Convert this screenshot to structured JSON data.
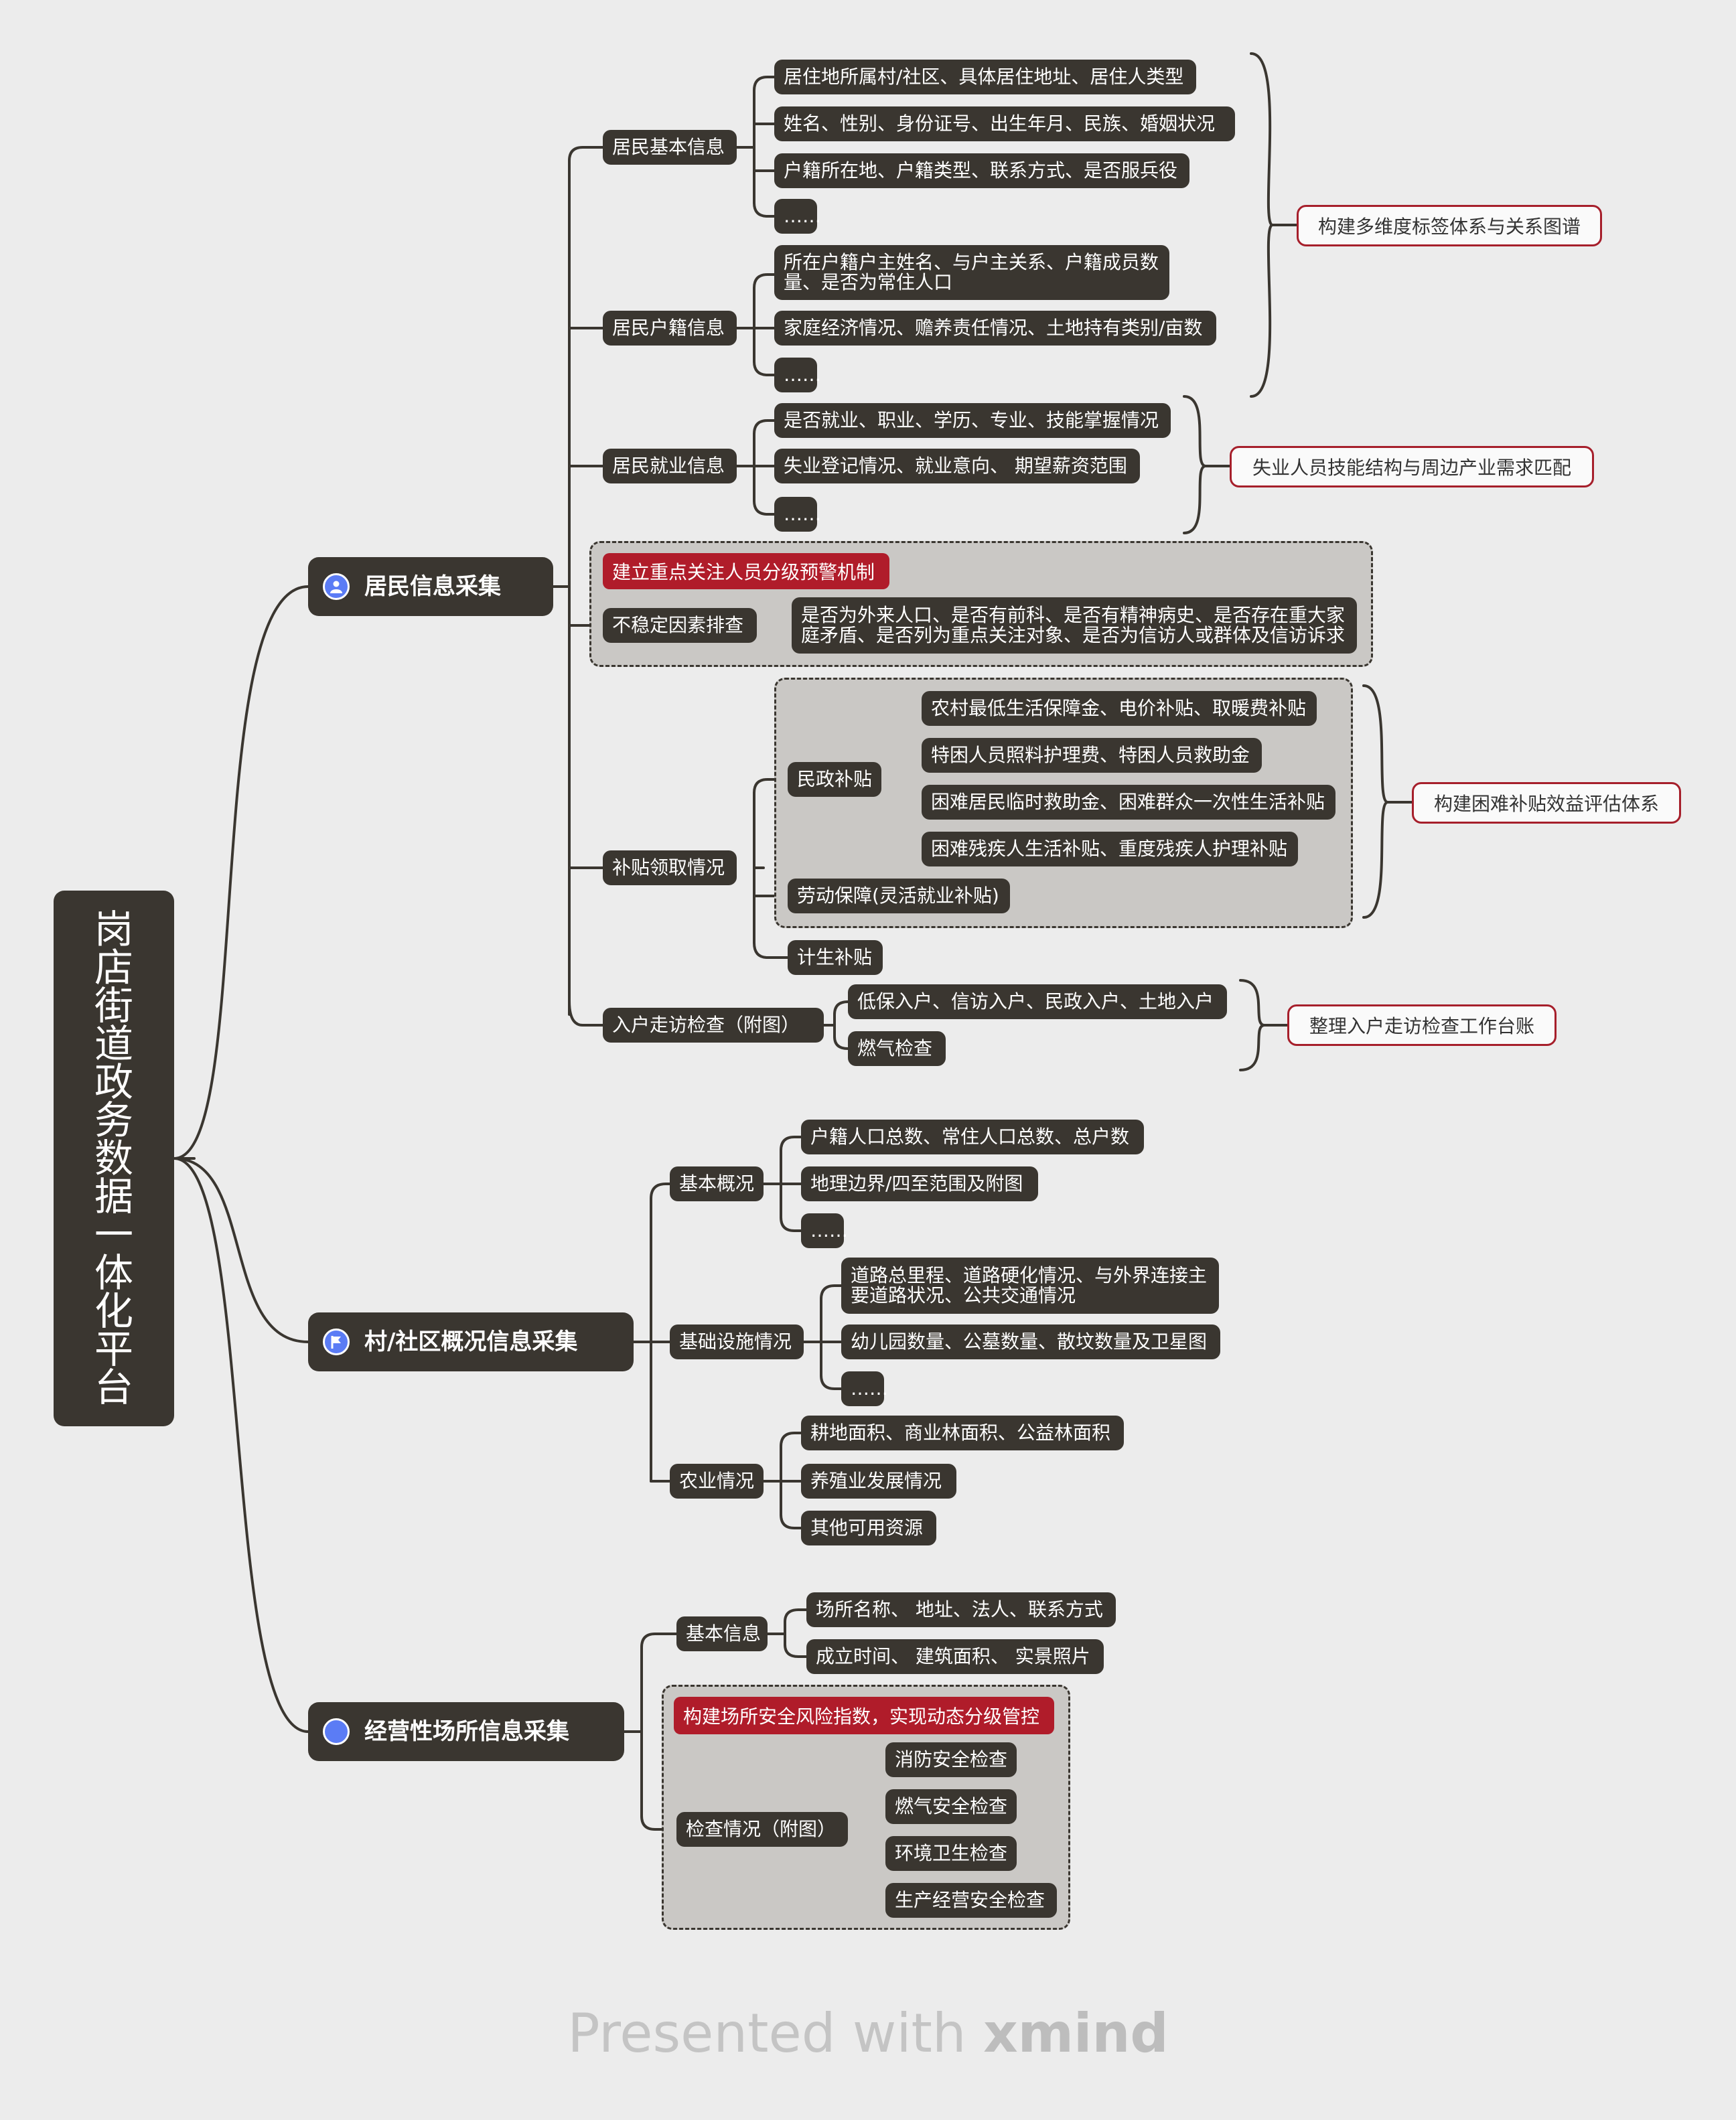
{
  "root": {
    "title": [
      "岗",
      "店",
      "街",
      "道",
      "政",
      "务",
      "数",
      "据",
      "一",
      "体",
      "化",
      "平",
      "台"
    ]
  },
  "branches": {
    "resident": {
      "label": "居民信息采集",
      "icon": "user-icon",
      "basic": {
        "label": "居民基本信息",
        "items": [
          "居住地所属村/社区、具体居住地址、居住人类型",
          "姓名、性别、身份证号、出生年月、民族、婚姻状况",
          "户籍所在地、户籍类型、联系方式、是否服兵役",
          "……"
        ]
      },
      "household": {
        "label": "居民户籍信息",
        "items": [
          "所在户籍户主姓名、与户主关系、户籍成员数量、是否为常住人口",
          "家庭经济情况、赡养责任情况、土地持有类别/亩数",
          "……"
        ]
      },
      "employment": {
        "label": "居民就业信息",
        "items": [
          "是否就业、职业、学历、专业、技能掌握情况",
          "失业登记情况、就业意向、 期望薪资范围",
          "……"
        ]
      },
      "unstable": {
        "label": "不稳定因素排查",
        "note": "建立重点关注人员分级预警机制",
        "detail": "是否为外来人口、是否有前科、是否有精神病史、是否存在重大家庭矛盾、是否列为重点关注对象、是否为信访人或群体及信访诉求"
      },
      "subsidy": {
        "label": "补贴领取情况",
        "civil": {
          "label": "民政补贴",
          "items": [
            "农村最低生活保障金、电价补贴、取暖费补贴",
            "特困人员照料护理费、特困人员救助金",
            "困难居民临时救助金、困难群众一次性生活补贴",
            "困难残疾人生活补贴、重度残疾人护理补贴"
          ]
        },
        "labor": "劳动保障(灵活就业补贴)",
        "family": "计生补贴"
      },
      "visit": {
        "label": "入户走访检查（附图）",
        "items": [
          "低保入户、信访入户、民政入户、土地入户",
          "燃气检查"
        ]
      },
      "callouts": {
        "tags": "构建多维度标签体系与关系图谱",
        "skills": "失业人员技能结构与周边产业需求匹配",
        "subsidy_eval": "构建困难补贴效益评估体系",
        "visit_ledger": "整理入户走访检查工作台账"
      }
    },
    "village": {
      "label": "村/社区概况信息采集",
      "icon": "flag-icon",
      "overview": {
        "label": "基本概况",
        "items": [
          "户籍人口总数、常住人口总数、总户数",
          "地理边界/四至范围及附图",
          "……"
        ]
      },
      "infrastructure": {
        "label": "基础设施情况",
        "items": [
          "道路总里程、道路硬化情况、与外界连接主要道路状况、公共交通情况",
          "幼儿园数量、公墓数量、散坟数量及卫星图",
          "……"
        ]
      },
      "agriculture": {
        "label": "农业情况",
        "items": [
          "耕地面积、商业林面积、公益林面积",
          "养殖业发展情况",
          "其他可用资源"
        ]
      }
    },
    "business": {
      "label": "经营性场所信息采集",
      "icon": "circle-icon",
      "basic": {
        "label": "基本信息",
        "items": [
          "场所名称、 地址、法人、联系方式",
          "成立时间、 建筑面积、 实景照片"
        ]
      },
      "inspection": {
        "label": "检查情况（附图）",
        "note": "构建场所安全风险指数，实现动态分级管控",
        "items": [
          "消防安全检查",
          "燃气安全检查",
          "环境卫生检查",
          "生产经营安全检查"
        ]
      }
    }
  },
  "footer": {
    "prefix": "Presented with ",
    "brand": "xmind"
  },
  "colors": {
    "node": "#3a3630",
    "accent_red": "#b01c2a",
    "icon_blue": "#5b7cf5",
    "background": "#ececec"
  }
}
